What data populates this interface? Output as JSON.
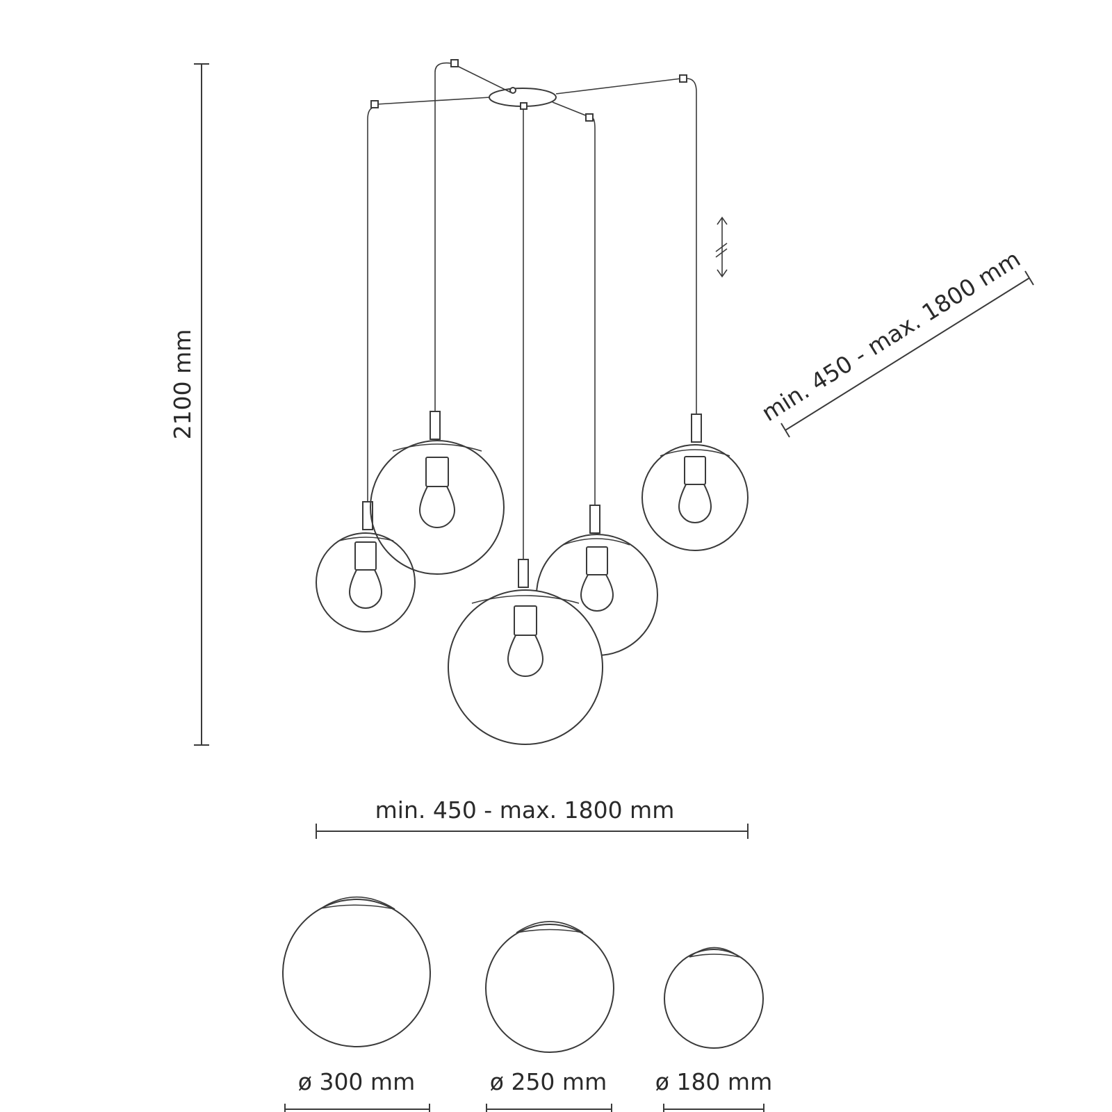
{
  "height_dimension": "2100 mm",
  "diagonal_dimension": "min. 450 - max. 1800 mm",
  "width_dimension": "min. 450 - max. 1800 mm",
  "shades": [
    {
      "label": "ø 300 mm"
    },
    {
      "label": "ø 250 mm"
    },
    {
      "label": "ø 180 mm"
    }
  ],
  "adjustable_icon": "adjustable-cable-icon"
}
